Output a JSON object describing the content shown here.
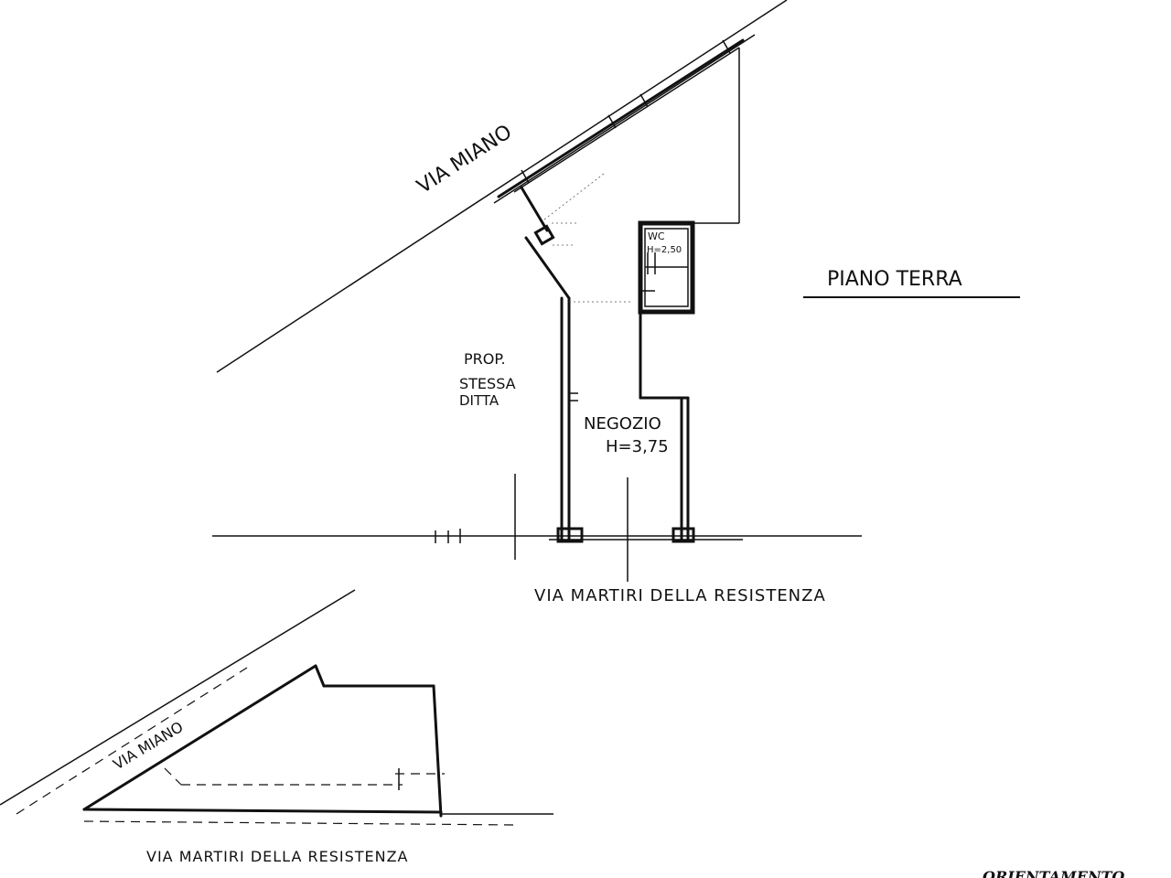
{
  "labels": {
    "street_top": "VIA MIANO",
    "street_bottom": "VIA MARTIRI DELLA RESISTENZA",
    "floor_title": "PIANO TERRA",
    "prop_line1": "PROP.",
    "prop_line2": "STESSA",
    "prop_line3": "DITTA",
    "shop_name": "NEGOZIO",
    "shop_height": "H=3,75",
    "wc_name": "WC",
    "wc_height": "H=2,50"
  },
  "site_plan": {
    "street_top": "VIA MIANO",
    "street_bottom": "VIA MARTIRI DELLA RESISTENZA"
  },
  "footer": {
    "orientation": "ORIENTAMENTO"
  }
}
